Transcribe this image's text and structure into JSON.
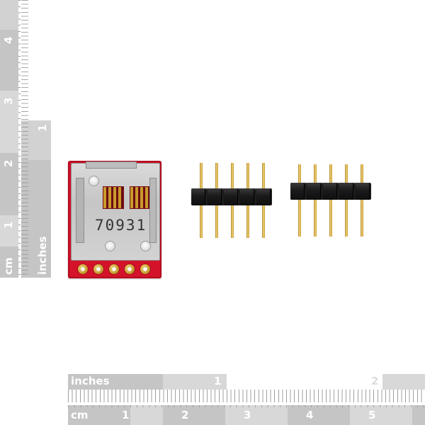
{
  "photo": {
    "subject": "microSD breakout board with two 5-pin headers",
    "board_color": "#d4122a",
    "pin_color": "#e3bd5a",
    "housing_color": "#1c1c1c"
  },
  "board": {
    "serial_text": "70931"
  },
  "ruler_left_cm": {
    "unit_label": "cm",
    "ticks": [
      "1",
      "2",
      "3",
      "4"
    ]
  },
  "ruler_left_inches": {
    "unit_label": "inches",
    "ticks": [
      "1"
    ]
  },
  "ruler_bottom_inches": {
    "unit_label": "inches",
    "ticks": [
      "1",
      "2"
    ]
  },
  "ruler_bottom_cm": {
    "unit_label": "cm",
    "ticks": [
      "1",
      "2",
      "3",
      "4",
      "5"
    ]
  }
}
